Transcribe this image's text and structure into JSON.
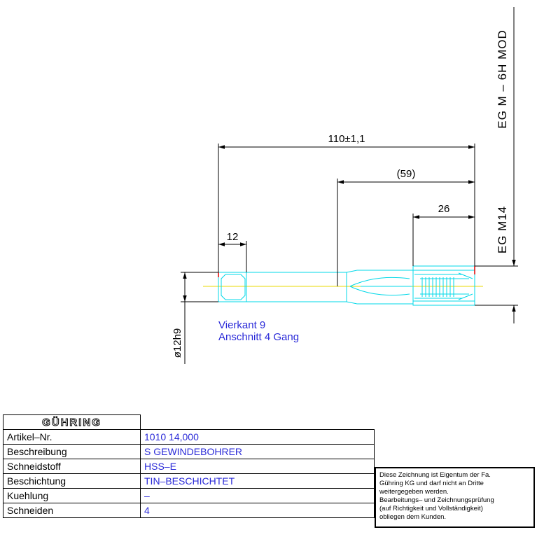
{
  "drawing": {
    "dim_total": "110±1,1",
    "dim_59": "(59)",
    "dim_26": "26",
    "dim_12": "12",
    "dim_diameter": "ø12h9",
    "thread_label_1": "EG M14",
    "thread_label_2": "EG M – 6H MOD",
    "note_line_1": "Vierkant 9",
    "note_line_2": "Anschnitt 4 Gang",
    "colors": {
      "geometry": "#00d8e8",
      "centerline": "#e8d800",
      "text_blue": "#2a2ad8",
      "accent_red": "#e00000"
    }
  },
  "title_block": {
    "logo": "GÜHRING",
    "rows": [
      {
        "label": "Artikel–Nr.",
        "value": "1010 14,000"
      },
      {
        "label": "Beschreibung",
        "value": "S GEWINDEBOHRER"
      },
      {
        "label": "Schneidstoff",
        "value": "HSS–E"
      },
      {
        "label": "Beschichtung",
        "value": "TIN–BESCHICHTET"
      },
      {
        "label": "Kuehlung",
        "value": "–"
      },
      {
        "label": "Schneiden",
        "value": "4"
      }
    ]
  },
  "copyright_note": {
    "lines": [
      "Diese Zeichnung ist Eigentum der Fa.",
      "Gühring KG und darf nicht an Dritte",
      "weitergegeben werden.",
      "Bearbeitungs– und Zeichnungsprüfung",
      "(auf Richtigkeit und Vollständigkeit)",
      "obliegen dem Kunden."
    ]
  }
}
